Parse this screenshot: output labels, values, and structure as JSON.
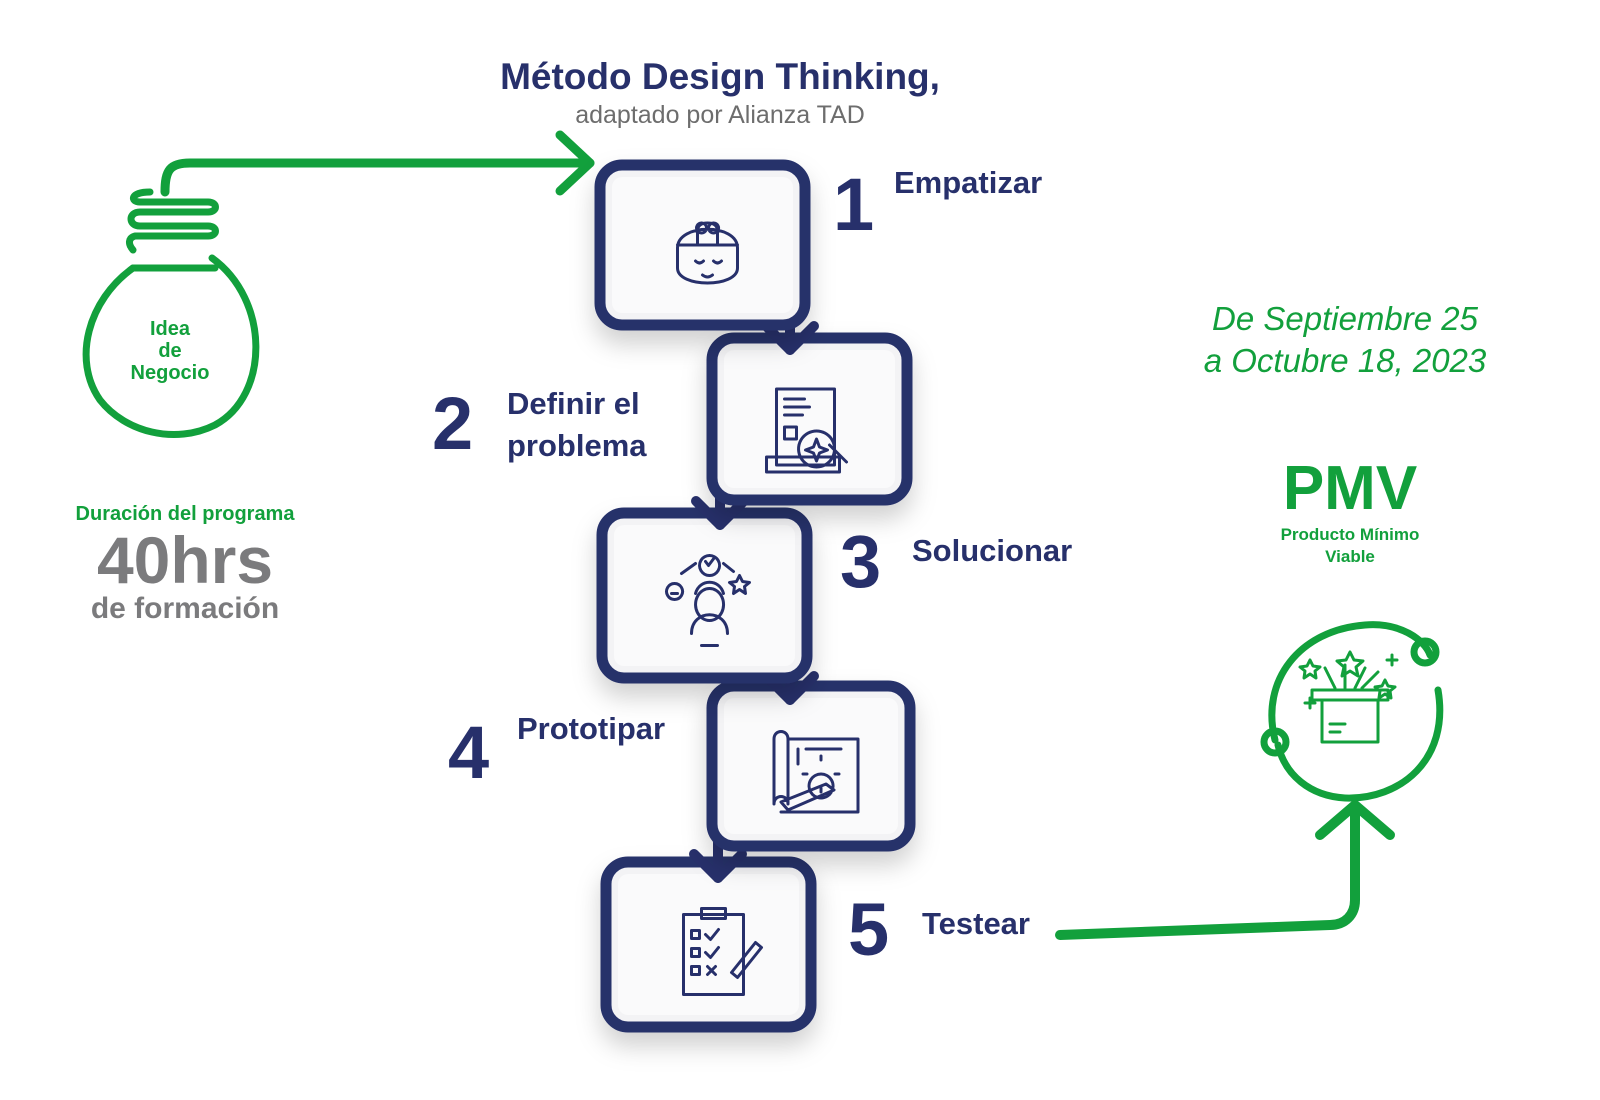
{
  "header": {
    "title": "Método Design Thinking,",
    "subtitle": "adaptado por Alianza TAD"
  },
  "idea": {
    "lines": [
      "Idea",
      "de",
      "Negocio"
    ]
  },
  "duration": {
    "label": "Duración del programa",
    "value": "40hrs",
    "unit": "de formación"
  },
  "steps": [
    {
      "number": "1",
      "label": "Empatizar",
      "icon": "head-with-people-icon"
    },
    {
      "number": "2",
      "label_lines": [
        "Definir el",
        "problema"
      ],
      "icon": "document-magnifier-icon"
    },
    {
      "number": "3",
      "label": "Solucionar",
      "icon": "person-ideas-icon"
    },
    {
      "number": "4",
      "label": "Prototipar",
      "icon": "blueprint-gear-icon"
    },
    {
      "number": "5",
      "label": "Testear",
      "icon": "checklist-clipboard-icon"
    }
  ],
  "dates": {
    "line1": "De Septiembre 25",
    "line2": "a Octubre 18, 2023"
  },
  "result": {
    "acronym": "PMV",
    "lines": [
      "Producto Mínimo",
      "Viable"
    ],
    "icon": "product-box-cycle-icon"
  },
  "colors": {
    "navy": "#27306b",
    "green": "#12a03c",
    "gray": "#7b7b7d"
  }
}
